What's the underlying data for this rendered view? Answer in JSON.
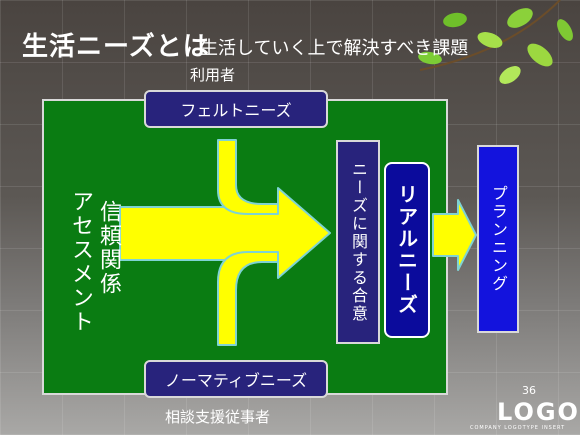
{
  "slide": {
    "title": "生活ニーズとは",
    "subtitle": "生活していく上で解決すべき課題",
    "top_label": "利用者",
    "bottom_label": "相談支援従事者",
    "felt_needs": "フェルトニーズ",
    "normative_needs": "ノーマティブニーズ",
    "left_col_1": "信頼関係",
    "left_col_2": "アセスメント",
    "agreement": "ニーズに関する合意",
    "real_needs": "リアルニーズ",
    "planning": "プランニング",
    "page_number": "36",
    "logo_text": "LOGO",
    "logo_sub": "COMPANY LOGOTYPE INSERT"
  },
  "colors": {
    "green_box": "#0a7c12",
    "navy_box": "#28237c",
    "real_box": "#0b0b9c",
    "plan_box": "#1313dd",
    "arrow_fill": "#ffff00",
    "arrow_stroke": "#7fd3d3"
  }
}
